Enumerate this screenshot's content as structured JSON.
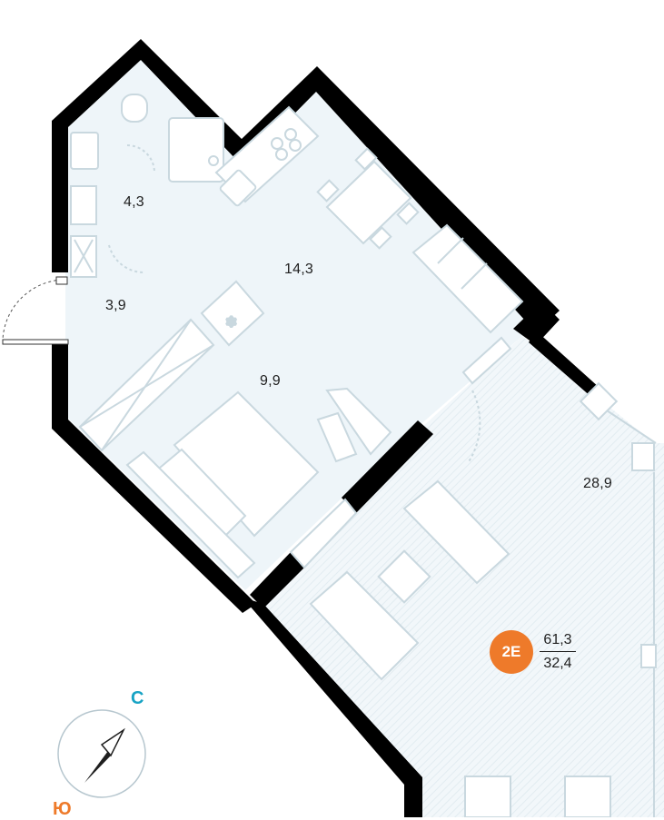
{
  "rooms": {
    "bathroom_area": "4,3",
    "hall_area": "3,9",
    "kitchen_area": "14,3",
    "bedroom_area": "9,9",
    "living_area": "28,9"
  },
  "apartment": {
    "type_badge": "2E",
    "total_area": "61,3",
    "living_area": "32,4"
  },
  "compass": {
    "north_label": "С",
    "south_label": "Ю"
  },
  "colors": {
    "wall": "#000000",
    "floor": "#eef5f9",
    "furniture_stroke": "#c9d8df",
    "badge": "#ee7a2a",
    "north": "#17a3c4"
  }
}
